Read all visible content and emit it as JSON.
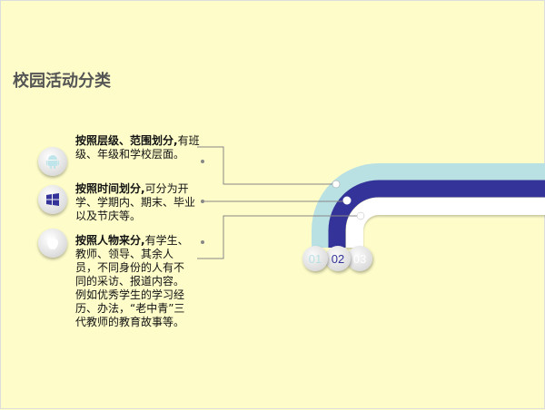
{
  "title": "校园活动分类",
  "items": [
    {
      "bold": "按照层级、范围划分,",
      "text": "有班级、年级和学校层面。",
      "icon": "android-icon"
    },
    {
      "bold": "按照时间划分,",
      "text": "可分为开学、学期内、期末、毕业以及节庆等。",
      "icon": "windows-icon"
    },
    {
      "bold": "按照人物来分,",
      "text": "有学生、教师、领导、其余人员，不同身份的人有不同的采访、报道内容。例如优秀学生的学习经历、办法，“老中青”三代教师的教育故事等。",
      "icon": "apple-icon"
    }
  ],
  "numbers": [
    "01",
    "02",
    "03"
  ],
  "colors": {
    "band1": "#b9e0e3",
    "band2": "#333399",
    "band3": "#ffffff",
    "bg": "#fefdca"
  }
}
